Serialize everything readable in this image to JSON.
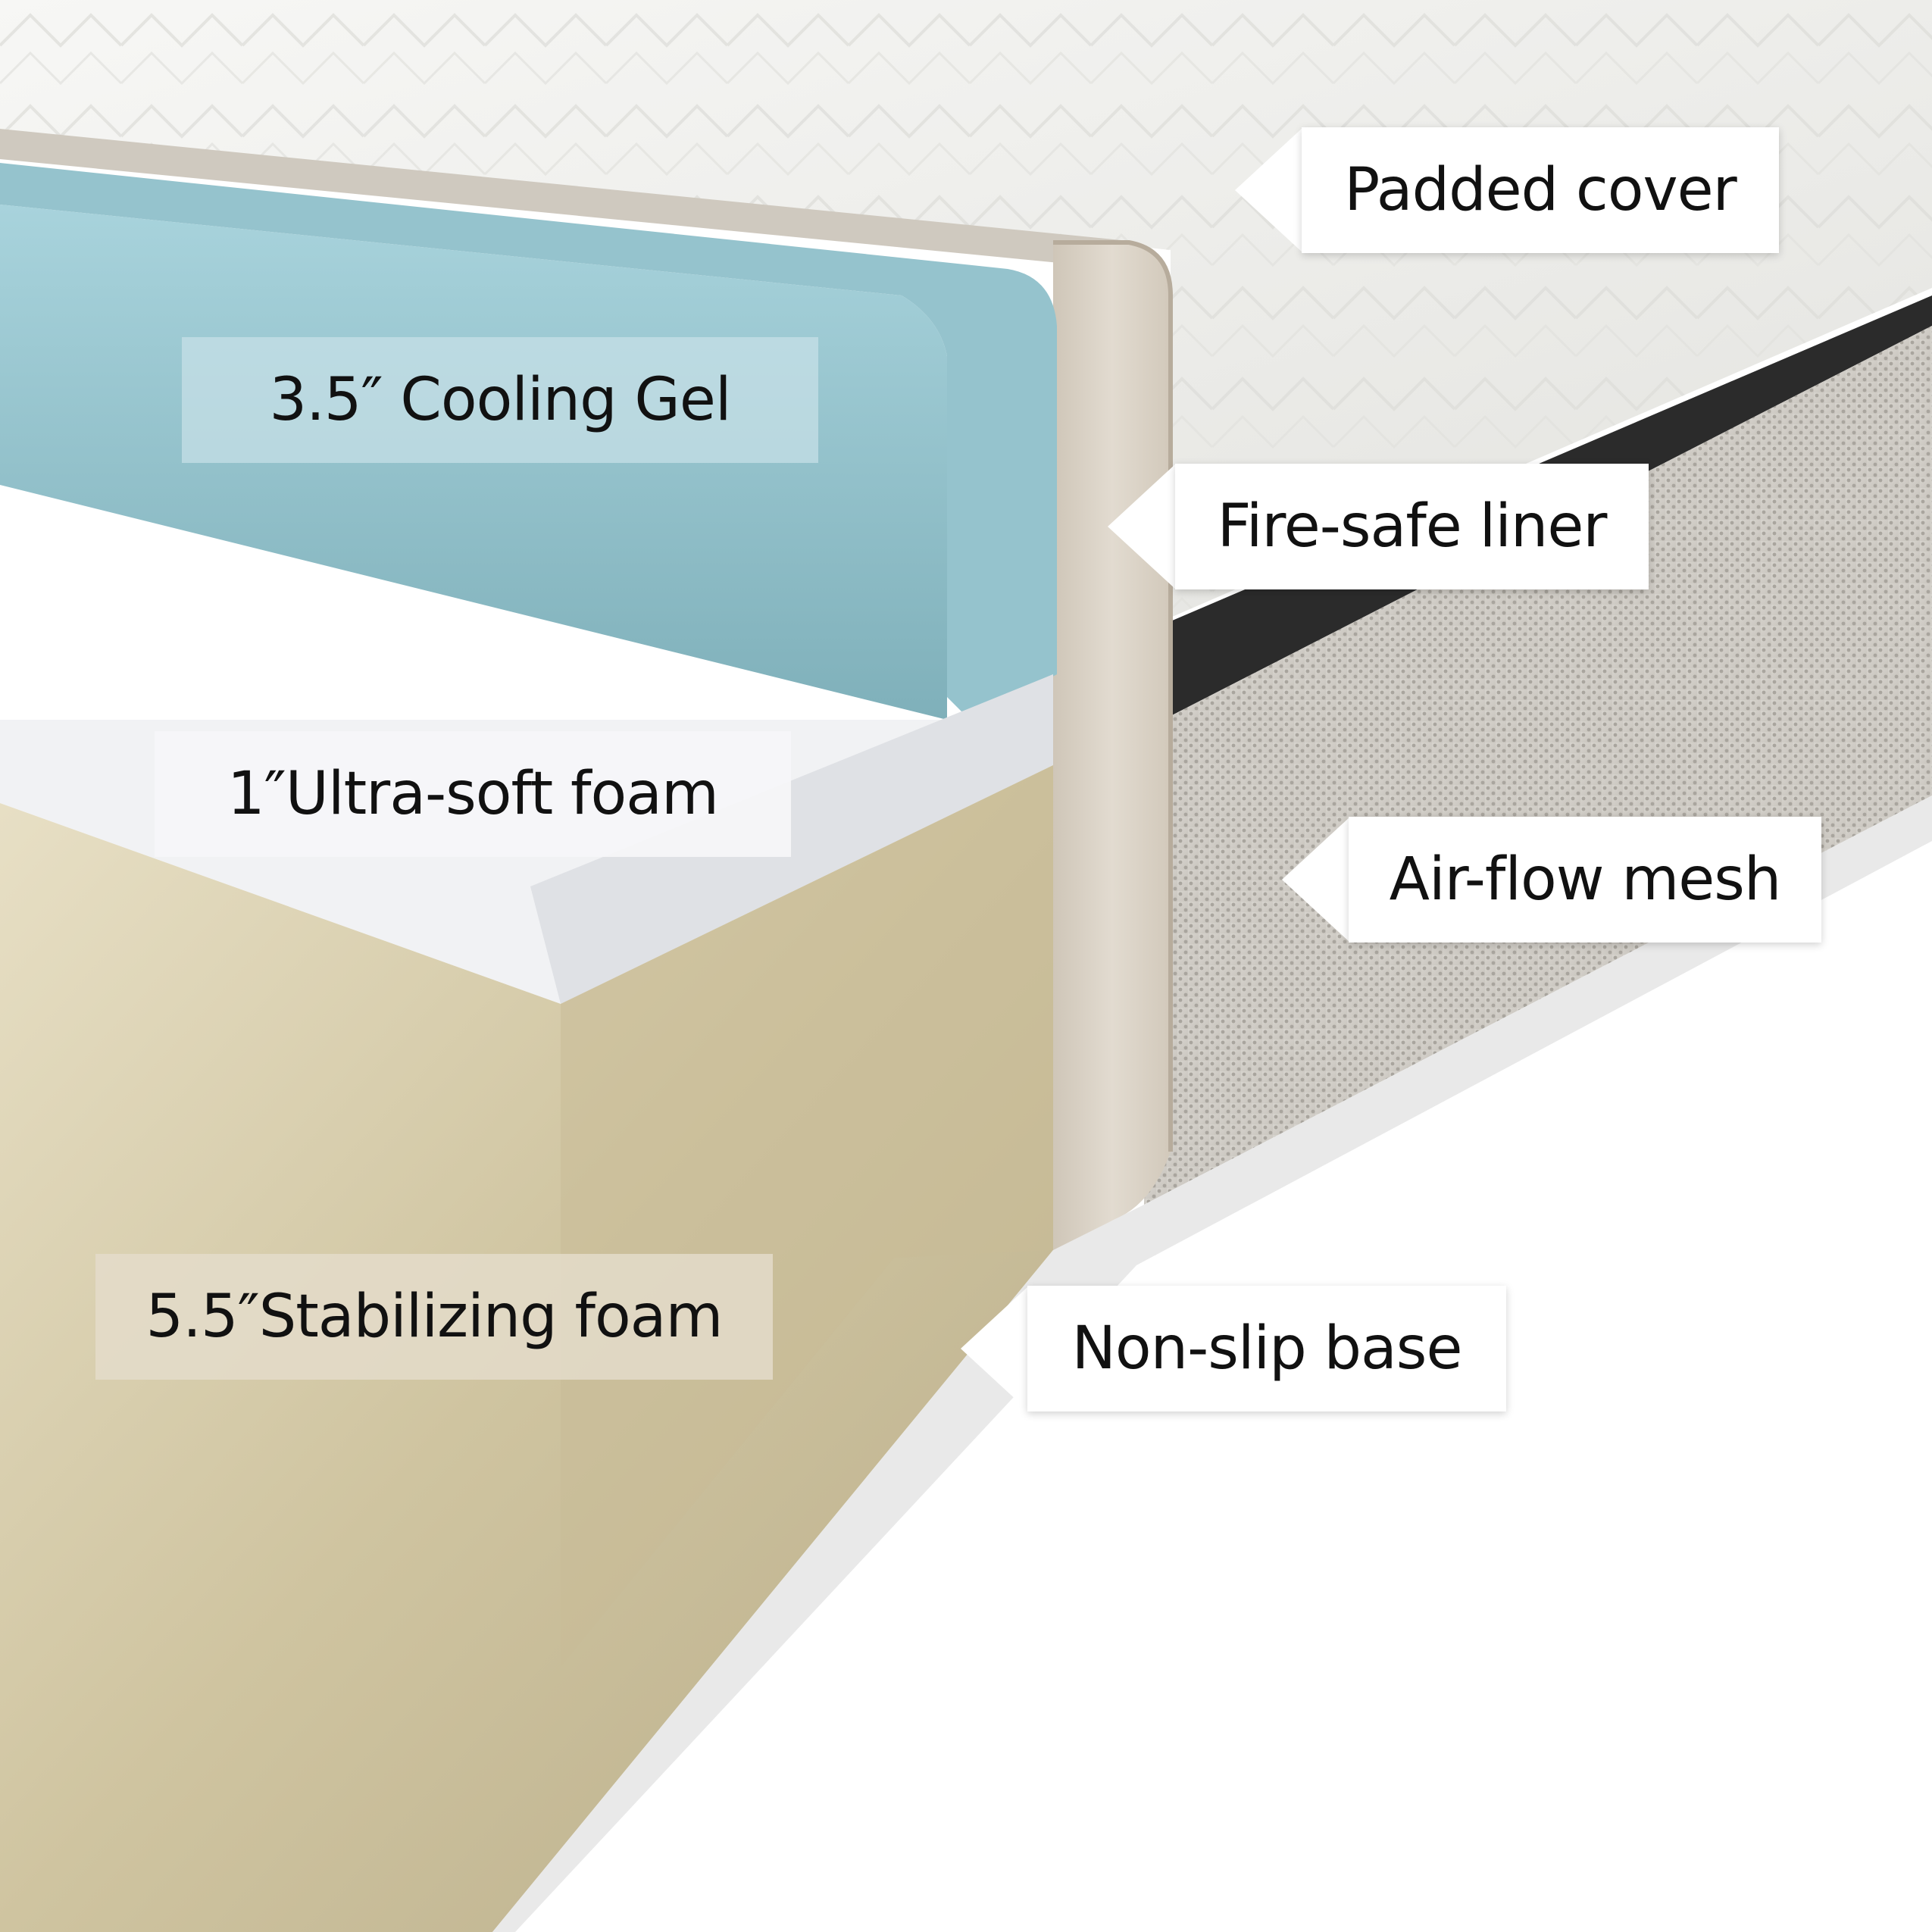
{
  "layers": {
    "cooling_gel": "3.5″ Cooling Gel",
    "ultra_soft": "1″Ultra-soft foam",
    "stabilizing": "5.5″Stabilizing foam"
  },
  "callouts": {
    "padded_cover": "Padded cover",
    "fire_safe_liner": "Fire-safe liner",
    "air_flow_mesh": "Air-flow mesh",
    "non_slip_base": "Non-slip base"
  },
  "colors": {
    "cover": "#eeeeec",
    "cooling_gel": "#8fbcc6",
    "ultra_soft": "#f1f2f4",
    "stabilizing": "#cfc4a0",
    "liner": "#d8d0c4",
    "mesh": "#cfccc6",
    "band": "#2b2b2b"
  }
}
